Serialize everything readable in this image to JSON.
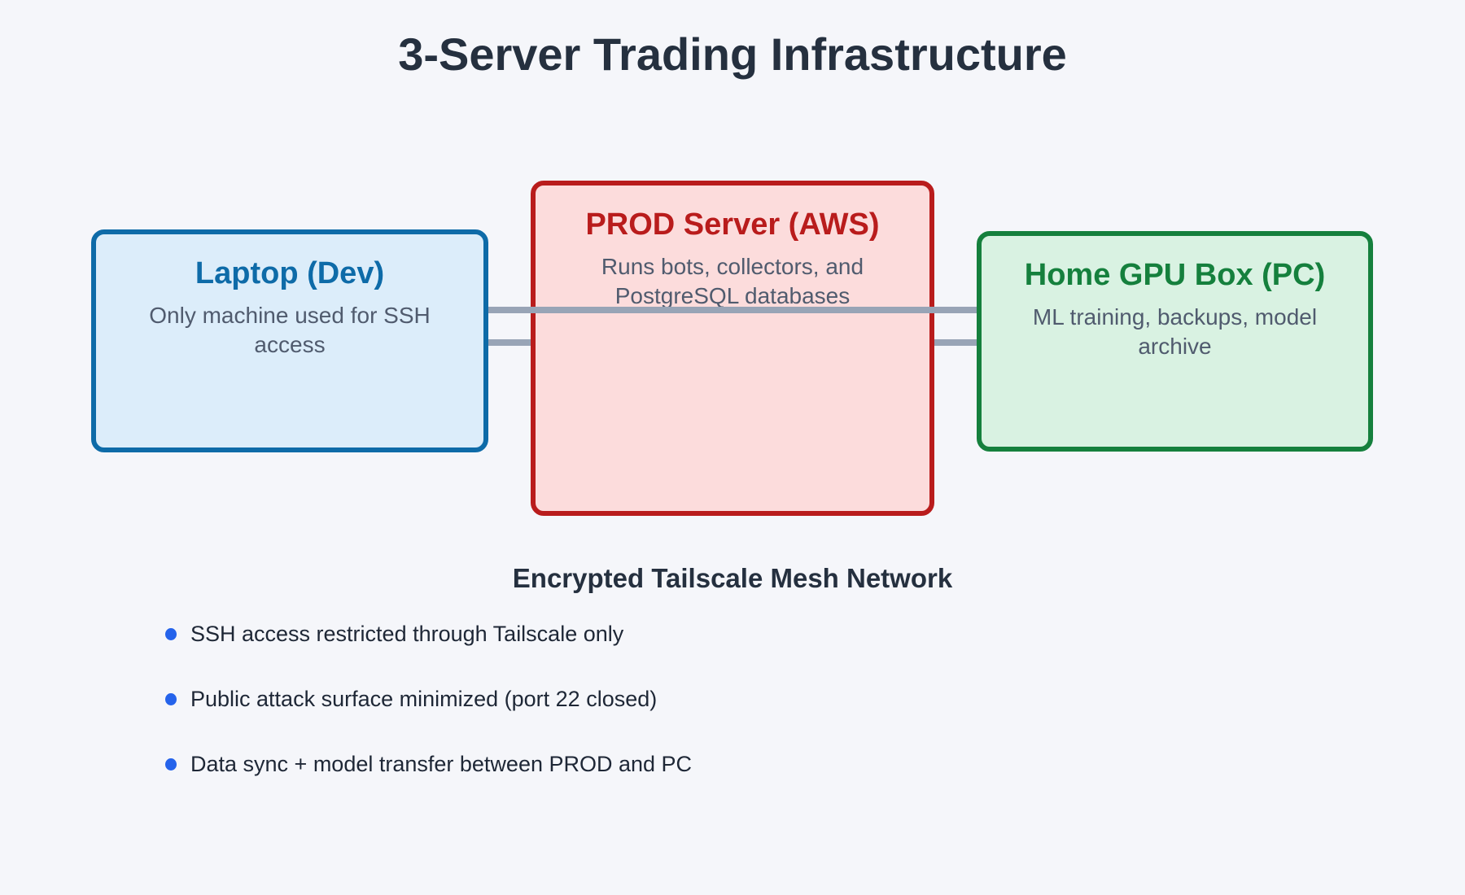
{
  "page": {
    "title": "3-Server Trading Infrastructure",
    "background_color": "#f5f6fa",
    "heading_text_color": "#25303f"
  },
  "nodes": [
    {
      "id": "laptop-dev",
      "title": "Laptop (Dev)",
      "subtitle": "Only machine used for SSH access",
      "accent_color": "#0e6ba8",
      "fill_color": "#dcedfa"
    },
    {
      "id": "prod-server-aws",
      "title": "PROD Server (AWS)",
      "subtitle": "Runs bots, collectors, and PostgreSQL databases",
      "accent_color": "#b91c1c",
      "fill_color": "#fcdcdc"
    },
    {
      "id": "home-gpu-box-pc",
      "title": "Home GPU Box (PC)",
      "subtitle": "ML training, backups, model archive",
      "accent_color": "#15803d",
      "fill_color": "#d9f2e2"
    }
  ],
  "connections": {
    "label": "Encrypted Tailscale Mesh Network",
    "line_color": "#98a4b6",
    "edges": [
      "laptop-dev to home-gpu-box-pc",
      "laptop-dev to prod-server-aws",
      "prod-server-aws to home-gpu-box-pc"
    ]
  },
  "bullets": [
    {
      "text": "SSH access restricted through Tailscale only"
    },
    {
      "text": "Public attack surface minimized (port 22 closed)"
    },
    {
      "text": "Data sync + model transfer between PROD and PC"
    }
  ],
  "bullet_style": {
    "dot_color": "#2563eb",
    "text_color": "#1e2736",
    "subtitle_text_color": "#505b6e"
  }
}
